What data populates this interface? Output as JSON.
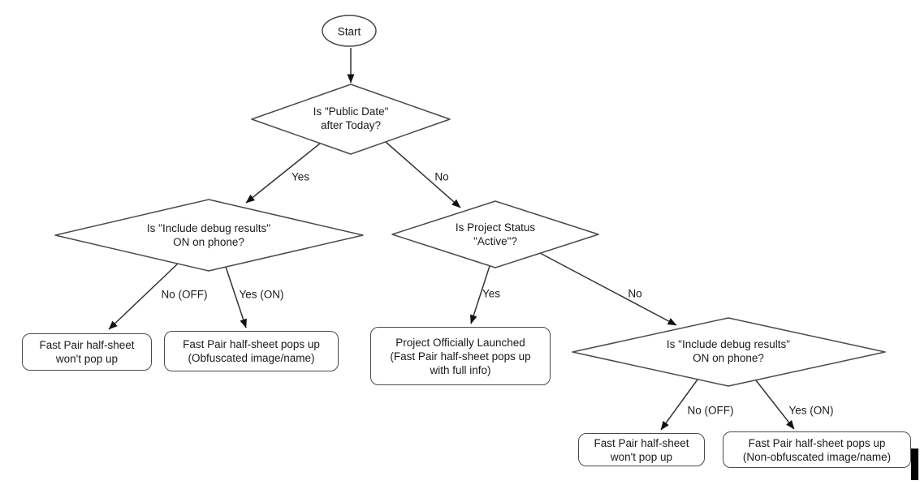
{
  "flowchart": {
    "nodes": {
      "start": "Start",
      "decision_public_date": "Is \"Public Date\"\nafter Today?",
      "decision_debug_left": "Is \"Include debug results\"\nON on phone?",
      "decision_project_status": "Is Project Status\n\"Active\"?",
      "decision_debug_right": "Is \"Include debug results\"\nON on phone?",
      "result_wont_popup_left": "Fast Pair half-sheet\nwon't pop up",
      "result_obfuscated": "Fast Pair half-sheet pops up\n(Obfuscated image/name)",
      "result_launched": "Project Officially Launched\n(Fast Pair half-sheet pops up\nwith full info)",
      "result_wont_popup_right": "Fast Pair half-sheet\nwon't pop up",
      "result_non_obfuscated": "Fast Pair half-sheet pops up\n(Non-obfuscated image/name)"
    },
    "edge_labels": {
      "d1_yes": "Yes",
      "d1_no": "No",
      "d2_no_off": "No (OFF)",
      "d2_yes_on": "Yes (ON)",
      "d3_yes": "Yes",
      "d3_no": "No",
      "d4_no_off": "No (OFF)",
      "d4_yes_on": "Yes (ON)"
    },
    "colors": {
      "shape_stroke": "#4a4a4a",
      "arrow_stroke": "#333333",
      "text": "#1a1a1a",
      "background": "#ffffff"
    }
  }
}
